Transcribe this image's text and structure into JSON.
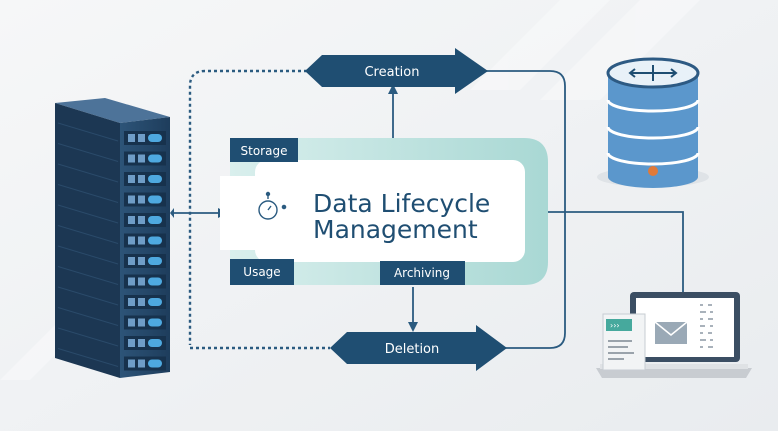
{
  "diagram": {
    "title_line1": "Data Lifecycle",
    "title_line2": "Management",
    "stages": {
      "creation": "Creation",
      "storage": "Storage",
      "usage": "Usage",
      "archiving": "Archiving",
      "deletion": "Deletion"
    }
  },
  "colors": {
    "navy": "#1f4e72",
    "teal_light": "#bfe3e0",
    "server_dark": "#22405e",
    "db_blue": "#5b97cc",
    "accent_orange": "#e07a3a"
  },
  "icons": [
    "server-rack-icon",
    "database-icon",
    "laptop-icon",
    "clock-icon",
    "document-icon",
    "email-icon"
  ]
}
